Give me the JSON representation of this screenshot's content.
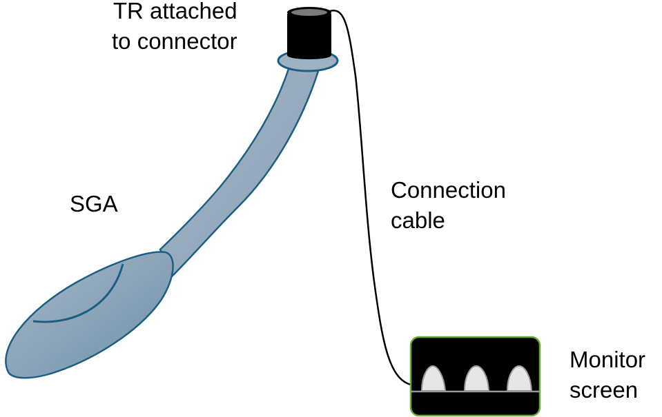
{
  "labels": {
    "tr_line1": "TR attached",
    "tr_line2": "to connector",
    "sga": "SGA",
    "cable_line1": "Connection",
    "cable_line2": "cable",
    "monitor_line1": "Monitor",
    "monitor_line2": "screen"
  },
  "colors": {
    "sga_outline": "#1a5f82",
    "sga_fill_light": "#a3b4c4",
    "sga_fill_dark": "#7394ae",
    "monitor_border": "#6aaa3a",
    "monitor_bg": "#000000",
    "waveform_fill": "#e6e6e6",
    "waveform_stroke": "#999999"
  }
}
